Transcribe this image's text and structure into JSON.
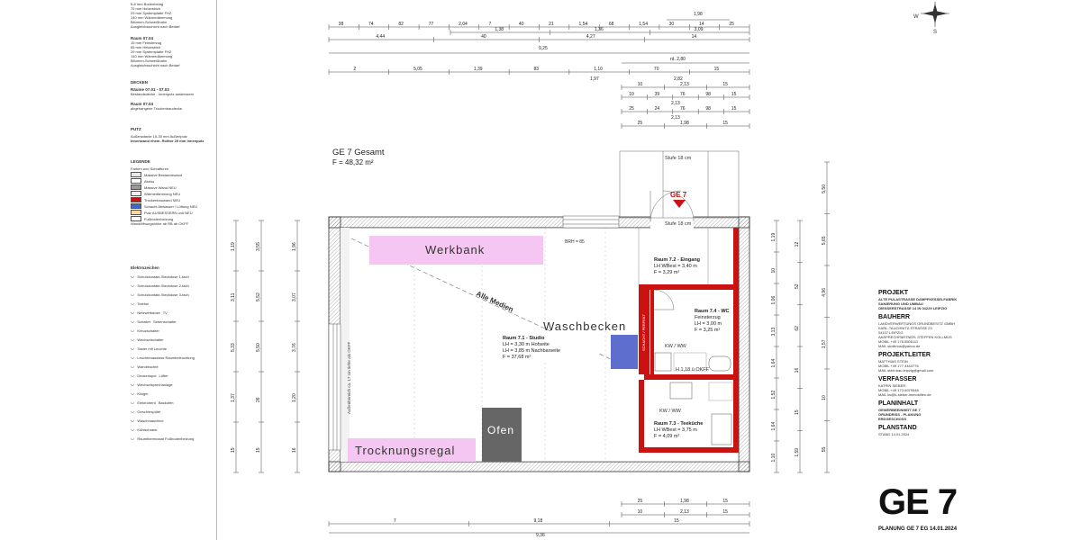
{
  "legend": {
    "top_lines": [
      "5-8 mm Bodenbelag",
      "75 mm Heizestrich",
      "29 mm Systemplatte FHZ",
      "140 mm Wärmedämmung",
      "Bitumen-Schweißbahn",
      "Ausgleichsschicht nach Bedarf"
    ],
    "raum0704": {
      "title": "Raum 07.04",
      "lines": [
        "15 mm Feinsterzug",
        "65 mm Heizestrich",
        "29 mm Systemplatte FHZ",
        "140 mm Wärmedämmung",
        "Bitumen-Schweißbahn",
        "Ausgleichsschicht nach Bedarf"
      ]
    },
    "decken": {
      "title": "DECKEN",
      "sub": "Räume 07.01 - 07.03",
      "sub_text": "Bestandsdecke - Innenputz ausbessern",
      "r4": "Raum 07.04",
      "r4_text": "abgehangene Trockenbaudecke"
    },
    "putz": {
      "title": "PUTZ",
      "l1": "Außenwände 15-30 mm Außenputz",
      "l2": "Innenwand ehem. Rolltor 29 mm Innenputz"
    },
    "legende": {
      "title": "LEGENDE",
      "sub": "Farben und Schraffuren",
      "items": [
        {
          "label": "Massive Bestandswand",
          "color": "#e8e8e8"
        },
        {
          "label": "Abriss",
          "color": "#ffffff"
        },
        {
          "label": "Massive Wand NEU",
          "color": "#999999"
        },
        {
          "label": "Wärmedämmung NEU",
          "color": "#f0f0f0"
        },
        {
          "label": "Trockenbauwand NEU",
          "color": "#cc1111"
        },
        {
          "label": "Schacht Abwasser / Lüftung NEU",
          "color": "#4466cc"
        },
        {
          "label": "Putz AUSBESSERN und NEU",
          "color": "#f4d9a0"
        },
        {
          "label": "Fußbodenheizung",
          "color": "#ffffff"
        }
      ],
      "note": "Wandöffnungshöhe ab RB ab OKFF"
    },
    "elektro": {
      "title": "Elektrozeichen",
      "items": [
        "Schutzkontakt-Steckdose 1-fach",
        "Schutzkontakt-Steckdose 2-fach",
        "Schutzkontakt-Steckdose 3-fach",
        "Telefon",
        "Netzwerkdose",
        "Schalter",
        "Kreuzschalter",
        "Wechselschalter",
        "Taster mit Leuchte",
        "Leuchtenauslass Raumbeleuchtung",
        "Wandleuchte",
        "Deckenspot",
        "Wechselsprechanlage",
        "Klingel",
        "Elektroherd",
        "Geschirrspüler",
        "Waschmaschine",
        "Kühlschrank",
        "Raumthermostat Fußbodenheizung"
      ],
      "tv": "TV",
      "serie": "Serienschalter",
      "luefter": "Lüfter",
      "backofen": "Backofen"
    }
  },
  "plan": {
    "ge_total_title": "GE 7 Gesamt",
    "ge_total_area": "F = 48,32 m²",
    "ge_marker": "GE 7",
    "stufe_top": "Stufe 18 cm",
    "stufe_bottom": "Stufe 18 cm",
    "brh": "BRH = 85",
    "alle_medien": "Alle Medien",
    "aussen_note": "Außenbereich ca. 17 cm tiefer als OKFF",
    "zones": {
      "werkbank": "Werkbank",
      "waschbecken": "Waschbecken",
      "ofen": "Ofen",
      "trocknungsregal": "Trocknungsregal"
    },
    "rooms": {
      "studio": {
        "title": "Raum 7.1 - Studio",
        "l1": "LH = 3,30 m Hofseite",
        "l2": "LH = 3,85 m Nachbarseite",
        "l3": "F = 37,68 m²"
      },
      "eingang": {
        "title": "Raum 7.2 - Eingang",
        "l1": "LH WBest = 3,40 m",
        "l2": "F = 3,29 m²"
      },
      "wc": {
        "title": "Raum 7.4 - WC",
        "l1": "Feinsterzug",
        "l2": "LH = 3,00 m",
        "l3": "F = 3,25 m²"
      },
      "teekueche": {
        "title": "Raum 7.3 - Teeküche",
        "l1": "LH WBest = 3,75 m",
        "l2": "F = 4,09 m²"
      }
    },
    "kw_ww_1": "KW / WW",
    "kw_ww_2": "KW / WW",
    "h_note": "H 1,18 ü OKFF",
    "red_label": "SCHACHT / PERFEKT",
    "dims_top": {
      "row1": [
        "38",
        "74",
        "82",
        "77",
        "2,04",
        "7",
        "40",
        "21",
        "1,54",
        "68",
        "1,54",
        "30",
        "14",
        "25"
      ],
      "row1b": [
        "1,38",
        "1,36",
        "3,09"
      ],
      "row1c": "1,98",
      "row2": [
        "4,44",
        "40",
        "4,27",
        "14"
      ],
      "row3": "9,25",
      "rd": "rd. 2,80",
      "row4": [
        "2",
        "5,05",
        "1,39",
        "83",
        "1,10",
        "70",
        "15"
      ],
      "row4b": [
        "1,97",
        "2,82"
      ],
      "row5": [
        "10",
        "2,13",
        "15"
      ],
      "row6": [
        "10",
        "39",
        "76",
        "98",
        "15"
      ],
      "row6b": "2,13",
      "row7": [
        "25",
        "24",
        "76",
        "98",
        "15"
      ],
      "row7b": "2,13",
      "row8": [
        "25",
        "1,98",
        "15"
      ]
    },
    "dims_bottom": {
      "r1": [
        "25",
        "1,98",
        "15"
      ],
      "r2": [
        "10",
        "2,13",
        "15"
      ],
      "r3": [
        "7",
        "9,18",
        "15"
      ],
      "r4": "9,36"
    },
    "dims_left": [
      "1,19",
      "3,11",
      "5,33",
      "1,37",
      "15",
      "3,55",
      "5,52",
      "5,50",
      "26",
      "15",
      "1,96",
      "3,07",
      "3,76",
      "1,20",
      "16"
    ],
    "dims_right": [
      "1,19",
      "10",
      "1,06",
      "3,13",
      "1,64",
      "1,52",
      "1,64",
      "1,10",
      "12",
      "52",
      "62",
      "16",
      "15",
      "1,59",
      "5,50",
      "5,65",
      "4,96",
      "1,57",
      "10",
      "55"
    ]
  },
  "titleblock": {
    "projekt_h": "PROJEKT",
    "projekt": [
      "ALTE PULASTRASSE DAMPFKESSELFABRIK",
      "SANIERUNG UND UMBAU",
      "GIESSERSTRASSE 14 IN 04229 LEIPZIG"
    ],
    "bauherr_h": "BAUHERR",
    "bauherr": [
      "LANDVERWERTUNGS GRUNDBESITZ GMBH",
      "KARL-TAUCHNITZ-STRASSE 23",
      "04107 LEIPZIG",
      "ANSPRECHPARTNER: STEFFEN KOLLMUS",
      "MOBIL   +49 176 8505111",
      "MAIL   skollmus@yahoo.de"
    ],
    "pl_h": "PROJEKTLEITER",
    "pl": [
      "MATTHIAS STEIN",
      "MOBIL   +49 177 4444776",
      "MAIL   stein.bau.leipzig@gmail.com"
    ],
    "verf_h": "VERFASSER",
    "verf": [
      "KATRIN SIEBER",
      "MOBIL   +49 173 6979548",
      "MAIL   ks@k-sieber-immobilien.de"
    ],
    "inhalt_h": "PLANINHALT",
    "inhalt": [
      "GEWERBEEINHEIT GE 7",
      "GRUNDRISS - PLANUNG",
      "ERDGESCHOSS"
    ],
    "stand_h": "PLANSTAND",
    "stand": "STAND 14.01.2024",
    "big": "GE 7",
    "foot": "PLANUNG GE 7 EG 14.01.2024"
  },
  "compass": {
    "w": "W",
    "s": "S"
  }
}
